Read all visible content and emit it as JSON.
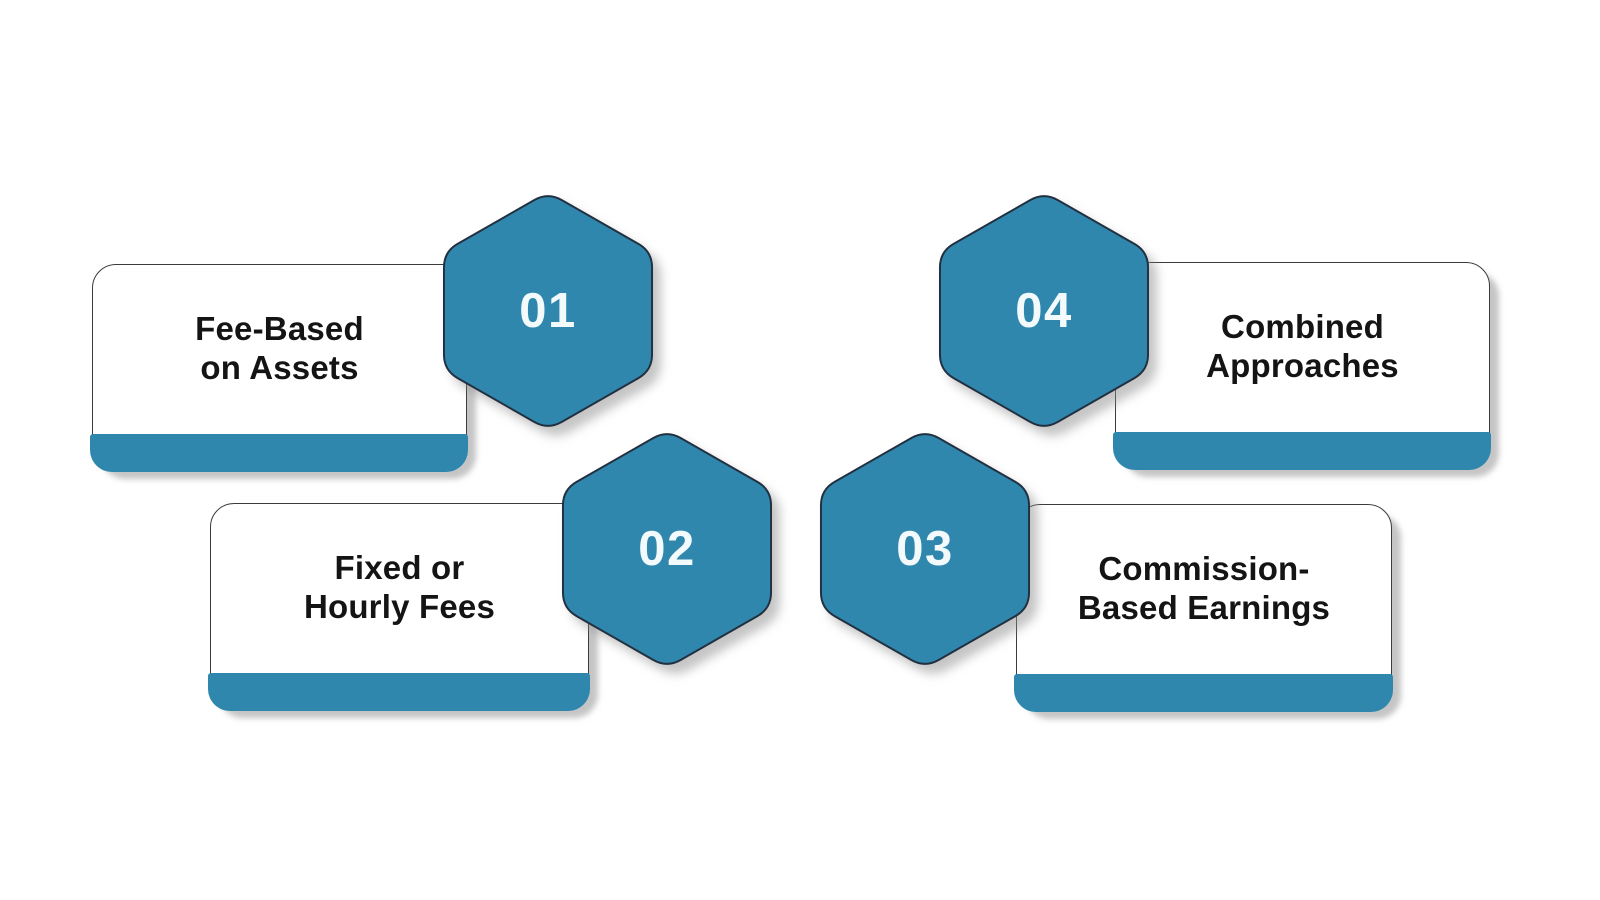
{
  "colors": {
    "accent": "#2F87AE",
    "outline": "#3B3B3B",
    "hexline": "#223040",
    "text": "#141414",
    "number": "#F3FAFC",
    "shadow": "rgba(140,140,140,0.5)"
  },
  "items": [
    {
      "number": "01",
      "line1": "Fee-Based",
      "line2": "on Assets",
      "label": "Fee-Based on Assets"
    },
    {
      "number": "02",
      "line1": "Fixed or",
      "line2": "Hourly Fees",
      "label": "Fixed or Hourly Fees"
    },
    {
      "number": "03",
      "line1": "Commission-",
      "line2": "Based Earnings",
      "label": "Commission-Based Earnings"
    },
    {
      "number": "04",
      "line1": "Combined",
      "line2": "Approaches",
      "label": "Combined Approaches"
    }
  ]
}
